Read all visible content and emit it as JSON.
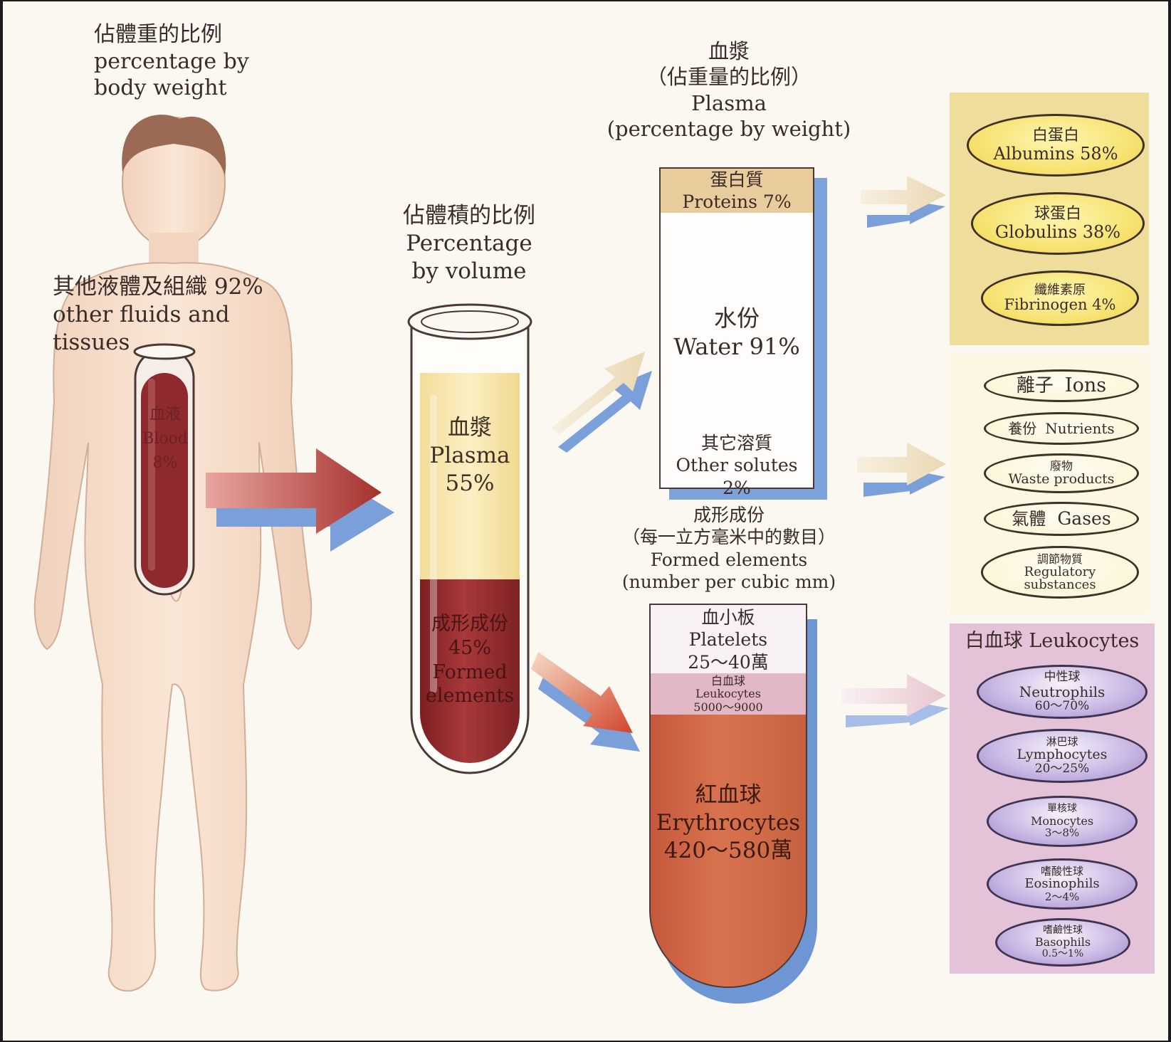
{
  "body_weight": {
    "title_zh": "佔體重的比例",
    "title_en_1": "percentage by",
    "title_en_2": "body weight",
    "other_zh": "其他液體及組織 92%",
    "other_en_1": "other fluids and",
    "other_en_2": "tissues",
    "blood_zh": "血液",
    "blood_en": "Blood",
    "blood_pct": "8%"
  },
  "volume": {
    "title_zh": "佔體積的比例",
    "title_en_1": "Percentage",
    "title_en_2": "by volume",
    "plasma_zh": "血漿",
    "plasma_en": "Plasma",
    "plasma_pct": "55%",
    "formed_zh": "成形成份",
    "formed_pct": "45%",
    "formed_en_1": "Formed",
    "formed_en_2": "elements"
  },
  "plasma": {
    "title_zh": "血漿",
    "subtitle_zh": "（佔重量的比例）",
    "title_en": "Plasma",
    "subtitle_en": "(percentage by weight)",
    "proteins_zh": "蛋白質",
    "proteins_en": "Proteins 7%",
    "water_zh": "水份",
    "water_en": "Water 91%",
    "solutes_zh": "其它溶質",
    "solutes_en": "Other solutes",
    "solutes_pct": "2%"
  },
  "formed": {
    "title_zh": "成形成份",
    "subtitle_zh": "（每一立方毫米中的數目）",
    "title_en": "Formed elements",
    "subtitle_en": "(number per cubic mm)",
    "platelets_zh": "血小板",
    "platelets_en": "Platelets",
    "platelets_val": "25～40萬",
    "leuko_zh": "白血球",
    "leuko_en": "Leukocytes",
    "leuko_val": "5000～9000",
    "ery_zh": "紅血球",
    "ery_en": "Erythrocytes",
    "ery_val": "420～580萬"
  },
  "proteins_panel": [
    {
      "zh": "白蛋白",
      "en": "Albumins 58%"
    },
    {
      "zh": "球蛋白",
      "en": "Globulins 38%"
    },
    {
      "zh": "纖維素原",
      "en": "Fibrinogen 4%"
    }
  ],
  "solutes_panel": [
    {
      "zh": "離子",
      "en": "Ions"
    },
    {
      "zh": "養份",
      "en": "Nutrients"
    },
    {
      "zh": "廢物",
      "en": "Waste products"
    },
    {
      "zh": "氣體",
      "en": "Gases"
    },
    {
      "zh": "調節物質",
      "en": "Regulatory substances"
    }
  ],
  "leuko_panel": {
    "title": "白血球 Leukocytes",
    "items": [
      {
        "zh": "中性球",
        "en": "Neutrophils",
        "pct": "60～70%"
      },
      {
        "zh": "淋巴球",
        "en": "Lymphocytes",
        "pct": "20～25%"
      },
      {
        "zh": "單核球",
        "en": "Monocytes",
        "pct": "3～8%"
      },
      {
        "zh": "嗜酸性球",
        "en": "Eosinophils",
        "pct": "2～4%"
      },
      {
        "zh": "嗜鹼性球",
        "en": "Basophils",
        "pct": "0.5～1%"
      }
    ]
  },
  "colors": {
    "blood": "#8e2a2e",
    "plasma": "#f6e6a6",
    "erythrocytes": "#c9674a",
    "proteins_panel": "#efdd9c",
    "leuko_panel": "#e4c2d8"
  }
}
